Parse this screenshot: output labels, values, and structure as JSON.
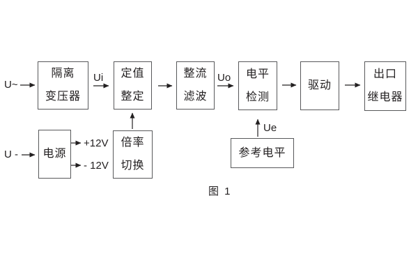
{
  "diagram": {
    "caption": "图 1",
    "inputs": {
      "ac_label": "U~",
      "dc_label": "U -"
    },
    "signal_labels": {
      "ui": "Ui",
      "uo": "Uo",
      "ue": "Ue",
      "plus_12v": "+12V",
      "minus_12v": "- 12V"
    },
    "blocks": {
      "isolation_transformer": {
        "line1": "隔离",
        "line2": "变压器"
      },
      "value_setting": {
        "line1": "定值",
        "line2": "整定"
      },
      "rectifier_filter": {
        "line1": "整流",
        "line2": "滤波"
      },
      "level_detection": {
        "line1": "电平",
        "line2": "检测"
      },
      "driver": {
        "line1": "驱动",
        "line2": ""
      },
      "output_relay": {
        "line1": "出口",
        "line2": "继电器"
      },
      "power_supply": {
        "line1": "电源",
        "line2": ""
      },
      "ratio_switching": {
        "line1": "倍率",
        "line2": "切换"
      },
      "reference_level": {
        "line1": "参考电平",
        "line2": ""
      }
    },
    "colors": {
      "background": "#ffffff",
      "border": "#57585a",
      "text": "#232021",
      "arrow": "#232021"
    }
  }
}
